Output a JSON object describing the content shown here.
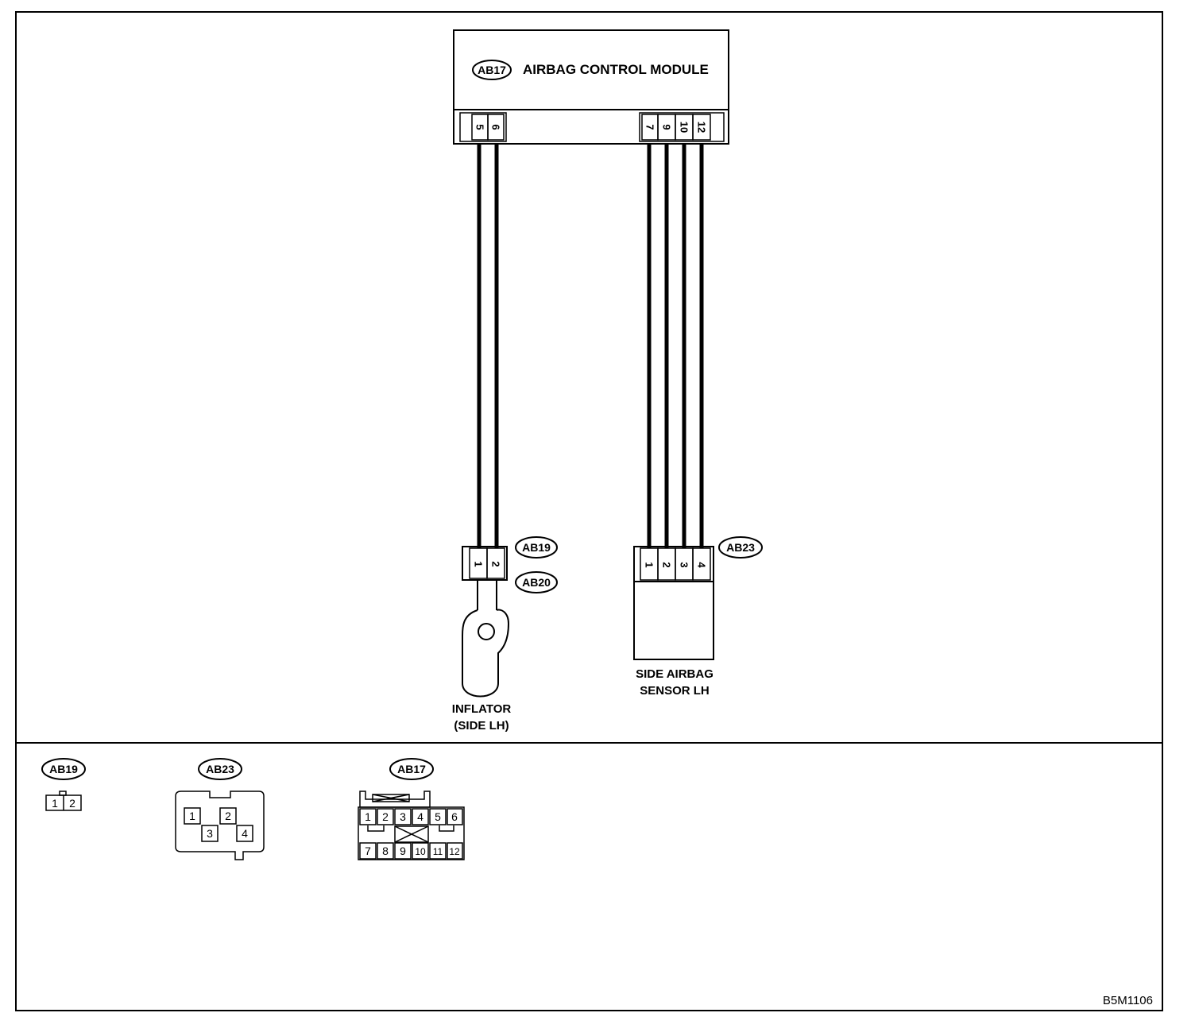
{
  "module": {
    "tag": "AB17",
    "title": "AIRBAG CONTROL MODULE",
    "pins_left": [
      "5",
      "6"
    ],
    "pins_right": [
      "7",
      "9",
      "10",
      "12"
    ]
  },
  "inflator": {
    "tag_a": "AB19",
    "tag_b": "AB20",
    "pins": [
      "1",
      "2"
    ],
    "label_line1": "INFLATOR",
    "label_line2": "(SIDE LH)"
  },
  "sensor": {
    "tag": "AB23",
    "pins": [
      "1",
      "2",
      "3",
      "4"
    ],
    "label_line1": "SIDE AIRBAG",
    "label_line2": "SENSOR LH"
  },
  "connectors": {
    "ab19": {
      "tag": "AB19",
      "pins": [
        "1",
        "2"
      ]
    },
    "ab23": {
      "tag": "AB23",
      "pins": [
        "1",
        "2",
        "3",
        "4"
      ]
    },
    "ab17": {
      "tag": "AB17",
      "pins_top": [
        "1",
        "2",
        "3",
        "4",
        "5",
        "6"
      ],
      "pins_bottom": [
        "7",
        "8",
        "9",
        "10",
        "11",
        "12"
      ]
    }
  },
  "figure_code": "B5M1106"
}
